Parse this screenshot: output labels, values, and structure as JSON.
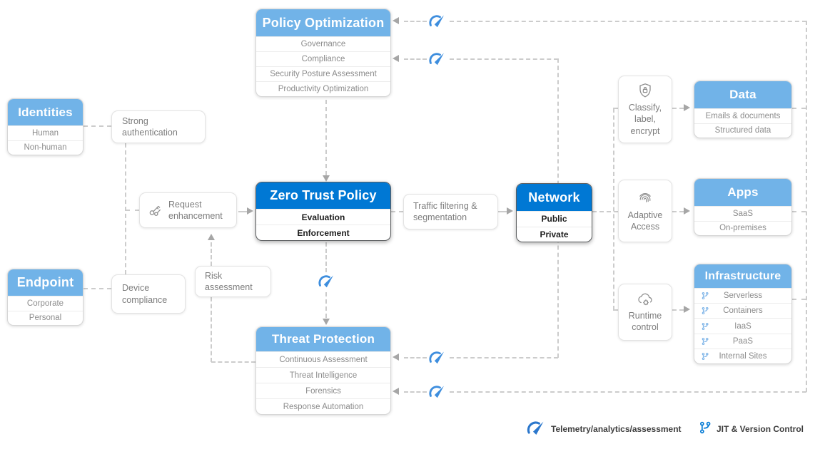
{
  "boxes": {
    "policy_optimization": {
      "title": "Policy Optimization",
      "rows": [
        "Governance",
        "Compliance",
        "Security Posture Assessment",
        "Productivity Optimization"
      ]
    },
    "identities": {
      "title": "Identities",
      "rows": [
        "Human",
        "Non-human"
      ]
    },
    "strong_authentication": {
      "label": "Strong authentication"
    },
    "request_enhancement": {
      "label": "Request enhancement"
    },
    "zero_trust_policy": {
      "title": "Zero Trust Policy",
      "rows": [
        "Evaluation",
        "Enforcement"
      ]
    },
    "traffic_filtering": {
      "label": "Traffic filtering & segmentation"
    },
    "network": {
      "title": "Network",
      "rows": [
        "Public",
        "Private"
      ]
    },
    "endpoint": {
      "title": "Endpoint",
      "rows": [
        "Corporate",
        "Personal"
      ]
    },
    "device_compliance": {
      "label": "Device compliance"
    },
    "risk_assessment": {
      "label": "Risk assessment"
    },
    "threat_protection": {
      "title": "Threat Protection",
      "rows": [
        "Continuous Assessment",
        "Threat Intelligence",
        "Forensics",
        "Response Automation"
      ]
    },
    "classify_label_encrypt": {
      "label": "Classify, label, encrypt"
    },
    "data": {
      "title": "Data",
      "rows": [
        "Emails & documents",
        "Structured data"
      ]
    },
    "adaptive_access": {
      "label": "Adaptive Access"
    },
    "apps": {
      "title": "Apps",
      "rows": [
        "SaaS",
        "On-premises"
      ]
    },
    "runtime_control": {
      "label": "Runtime control"
    },
    "infrastructure": {
      "title": "Infrastructure",
      "rows": [
        "Serverless",
        "Containers",
        "IaaS",
        "PaaS",
        "Internal Sites"
      ]
    }
  },
  "legend": {
    "telemetry": "Telemetry/analytics/assessment",
    "jit": "JIT & Version Control"
  },
  "icons": {
    "telemetry": "gauge-icon",
    "jit_version_control": "branch-icon",
    "classify": "shield-lock-icon",
    "adaptive_access": "fingerprint-icon",
    "runtime_control": "cloud-gear-icon",
    "request_enhancement": "keys-icon"
  },
  "colors": {
    "light_blue_header": "#71b3e8",
    "bright_blue_header": "#0078d4",
    "telemetry_icon_blue": "#3e8ede",
    "jit_icon_blue": "#0078d4",
    "connector_gray": "#cccccc",
    "arrow_gray": "#a6a6a6",
    "row_text_gray": "#8c8c8c"
  }
}
